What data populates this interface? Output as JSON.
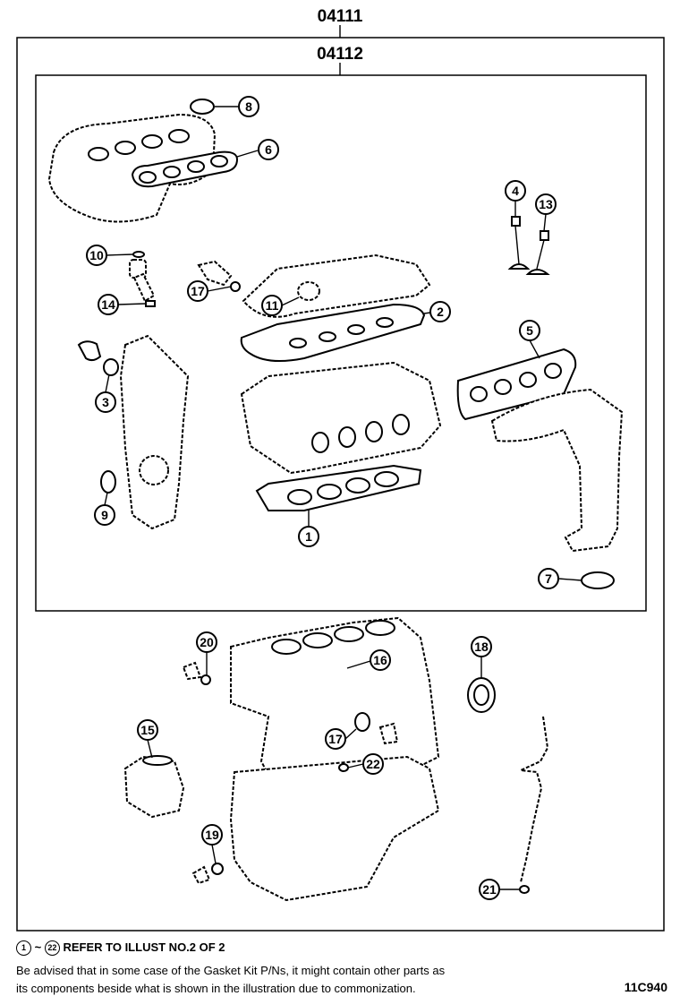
{
  "header": {
    "kit_code_outer": "04111",
    "kit_code_inner": "04112"
  },
  "callouts": [
    {
      "id": "c8",
      "label": "8"
    },
    {
      "id": "c6",
      "label": "6"
    },
    {
      "id": "c4",
      "label": "4"
    },
    {
      "id": "c13",
      "label": "13"
    },
    {
      "id": "c10",
      "label": "10"
    },
    {
      "id": "c17a",
      "label": "17"
    },
    {
      "id": "c14",
      "label": "14"
    },
    {
      "id": "c11",
      "label": "11"
    },
    {
      "id": "c2",
      "label": "2"
    },
    {
      "id": "c5",
      "label": "5"
    },
    {
      "id": "c3",
      "label": "3"
    },
    {
      "id": "c9",
      "label": "9"
    },
    {
      "id": "c1",
      "label": "1"
    },
    {
      "id": "c7",
      "label": "7"
    },
    {
      "id": "c20",
      "label": "20"
    },
    {
      "id": "c16",
      "label": "16"
    },
    {
      "id": "c18",
      "label": "18"
    },
    {
      "id": "c15",
      "label": "15"
    },
    {
      "id": "c17b",
      "label": "17"
    },
    {
      "id": "c22",
      "label": "22"
    },
    {
      "id": "c19",
      "label": "19"
    },
    {
      "id": "c21",
      "label": "21"
    }
  ],
  "footer": {
    "note_start": "1",
    "note_tilde": "~",
    "note_end": "22",
    "note_text": "REFER TO ILLUST NO.2 OF 2",
    "advice_line_1": "Be advised that in some case of the Gasket Kit P/Ns,  it might contain other parts as",
    "advice_line_2": "its components beside what is shown in the illustration due to commonization.",
    "figure_code": "11C940"
  }
}
